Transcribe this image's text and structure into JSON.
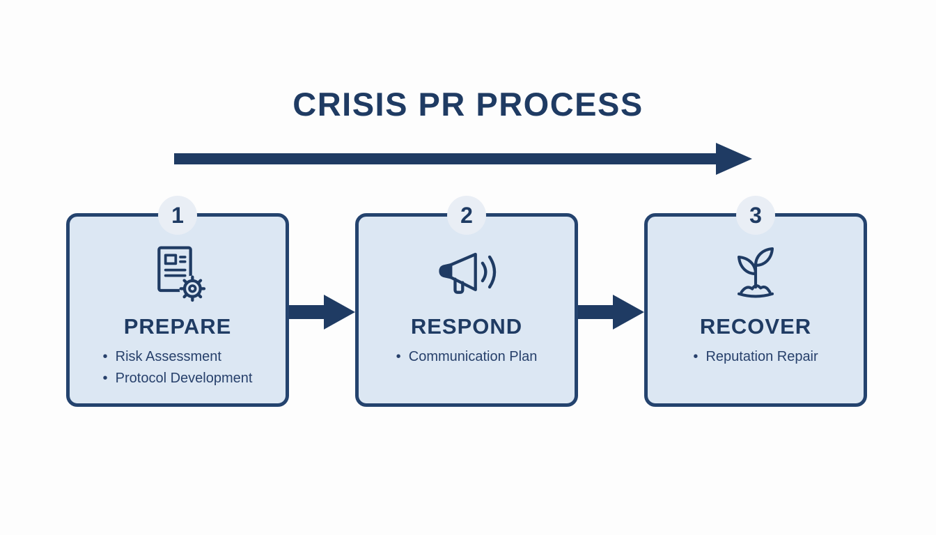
{
  "colors": {
    "navy": "#1f3b63",
    "box_fill": "#dce7f3",
    "box_border": "#24436e",
    "badge_fill": "#e9eef5",
    "background": "#fdfdfd"
  },
  "title": "CRISIS PR PROCESS",
  "steps": [
    {
      "number": "1",
      "label": "PREPARE",
      "icon": "document-gear-icon",
      "bullets": [
        "Risk Assessment",
        "Protocol Development"
      ]
    },
    {
      "number": "2",
      "label": "RESPOND",
      "icon": "megaphone-icon",
      "bullets": [
        "Communication Plan"
      ]
    },
    {
      "number": "3",
      "label": "RECOVER",
      "icon": "sprout-icon",
      "bullets": [
        "Reputation Repair"
      ]
    }
  ]
}
